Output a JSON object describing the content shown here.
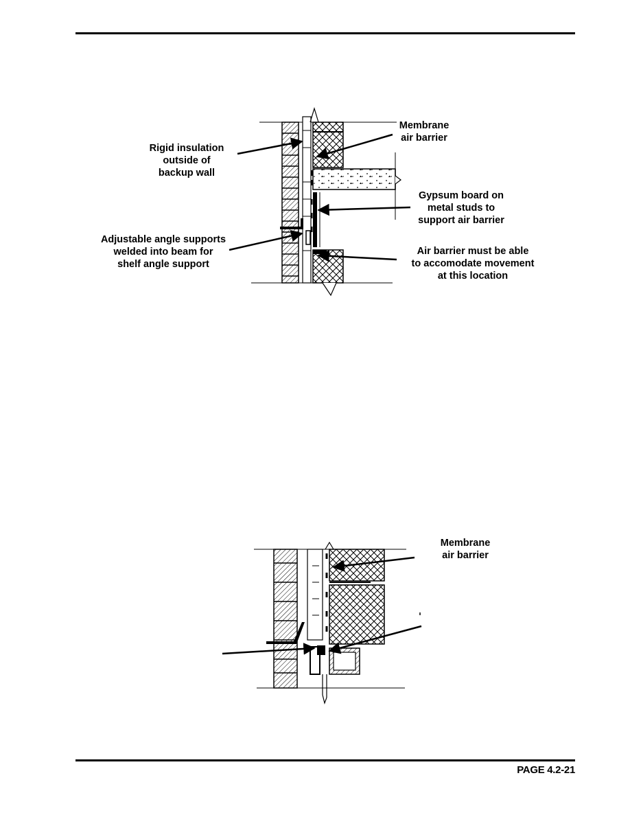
{
  "page": {
    "number": "PAGE 4.2-21"
  },
  "detail_top": {
    "labels": {
      "rigid_insulation": [
        "Rigid insulation",
        "outside of",
        "backup wall"
      ],
      "membrane": [
        "Membrane",
        "air barrier"
      ],
      "gypsum": [
        "Gypsum board on",
        "metal studs to",
        "support air barrier"
      ],
      "angle_supports": [
        "Adjustable angle supports",
        "welded into beam for",
        "shelf angle support"
      ],
      "movement": [
        "Air barrier must be able",
        "to accomodate movement",
        "at this location"
      ]
    }
  },
  "detail_bottom": {
    "labels": {
      "membrane": [
        "Membrane",
        "air barrier"
      ]
    }
  }
}
